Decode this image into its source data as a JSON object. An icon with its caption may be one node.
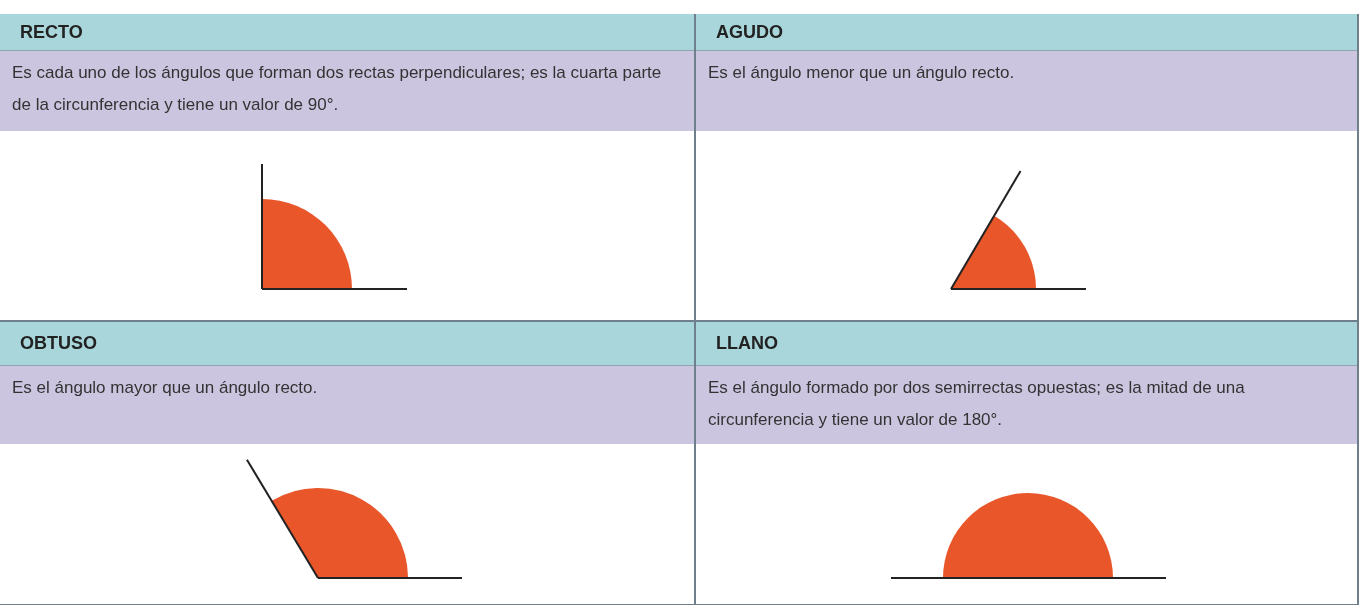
{
  "diagram": {
    "nodes": [
      {
        "text": [
          "RECTO",
          "Es cada uno de los ángulos que forman dos rectas perpendiculares; es la cuarta parte de la circunferencia y tiene un valor de 90°."
        ]
      },
      {
        "text": [
          "AGUDO",
          "Es el ángulo menor que un ángulo recto."
        ]
      },
      {
        "text": [
          "OBTUSO",
          "Es el ángulo mayor que un ángulo recto."
        ]
      },
      {
        "text": [
          "LLANO",
          "Es el ángulo formado por dos semirrectas opuestas; es la mitad de una circunferencia y tiene un valor de 180°."
        ]
      }
    ]
  }
}
